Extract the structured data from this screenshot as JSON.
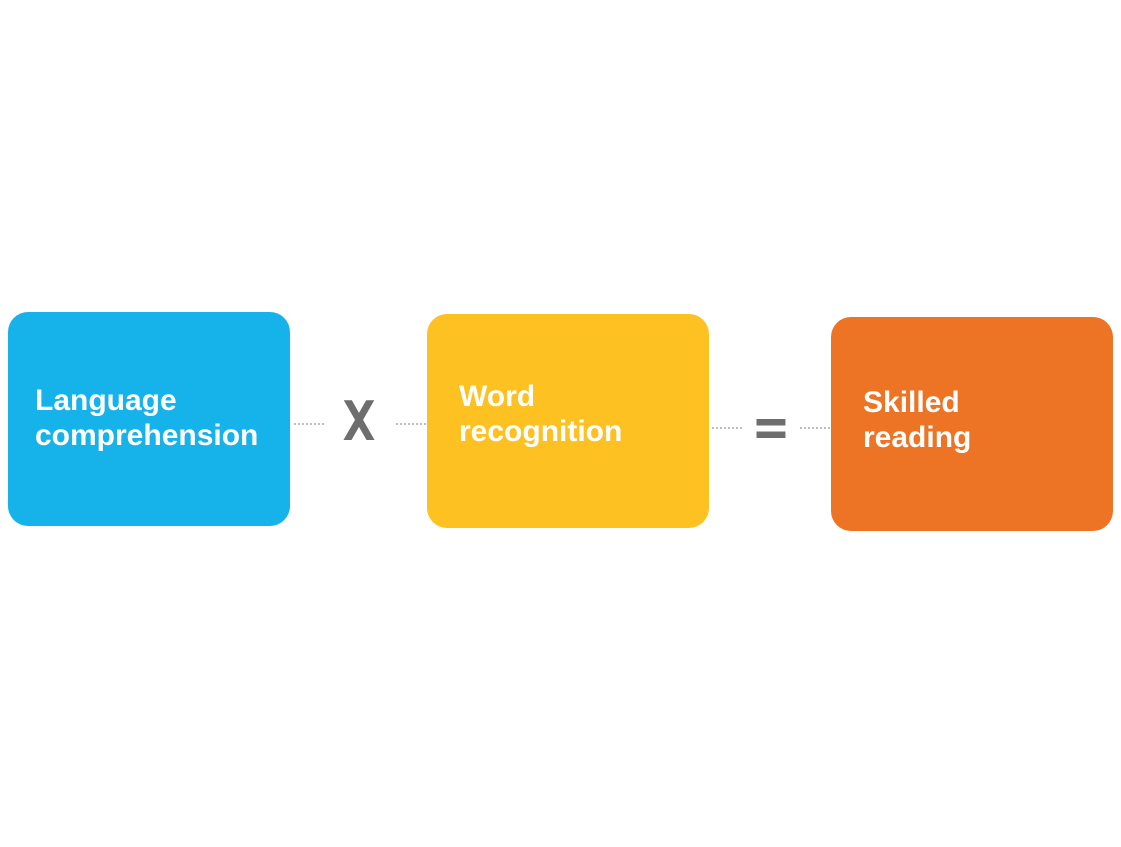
{
  "diagram": {
    "terms": [
      {
        "label": "Language\ncomprehension",
        "color": "#15b3ea"
      },
      {
        "label": "Word\nrecognition",
        "color": "#fdc122"
      },
      {
        "label": "Skilled\nreading",
        "color": "#ec7424"
      }
    ],
    "operators": {
      "multiply": "X",
      "equals": "="
    },
    "connector_color": "#bdbdbd",
    "operator_color": "#6e6e6e"
  }
}
